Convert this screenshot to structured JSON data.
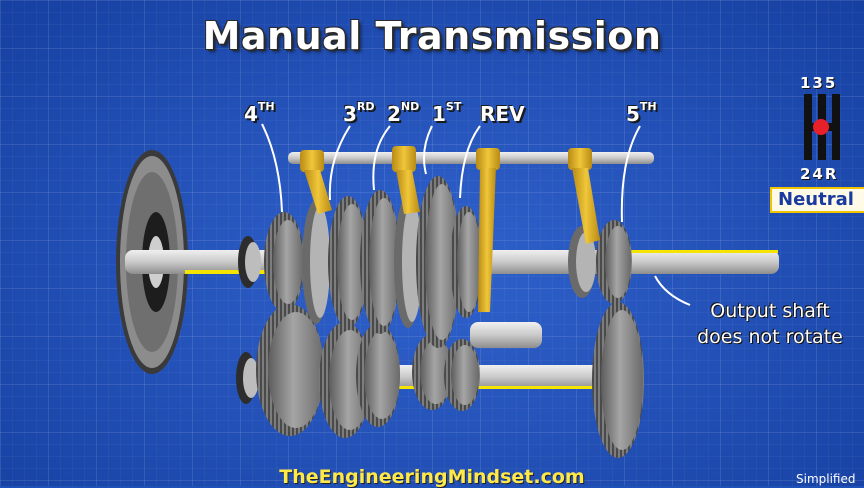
{
  "title": "Manual Transmission",
  "gear_labels": {
    "fourth": {
      "num": "4",
      "sup": "TH"
    },
    "third": {
      "num": "3",
      "sup": "RD"
    },
    "second": {
      "num": "2",
      "sup": "ND"
    },
    "first": {
      "num": "1",
      "sup": "ST"
    },
    "reverse": {
      "text": "REV"
    },
    "fifth": {
      "num": "5",
      "sup": "TH"
    }
  },
  "shift_pattern": {
    "top_row": "135",
    "bottom_row": "24R",
    "selected": "Neutral"
  },
  "output_note": {
    "line1": "Output shaft",
    "line2": "does not rotate"
  },
  "website": "TheEngineeringMindset.com",
  "footer_note": "Simplified",
  "colors": {
    "background": "#1e50b6",
    "fork_yellow": "#e0b52a",
    "shift_dot": "#e8202a",
    "website_yellow": "#ffe94a",
    "neutral_border": "#f3c400",
    "gear_gray": "#8a8a8a",
    "input_shaft_highlight": "#f5e400"
  }
}
